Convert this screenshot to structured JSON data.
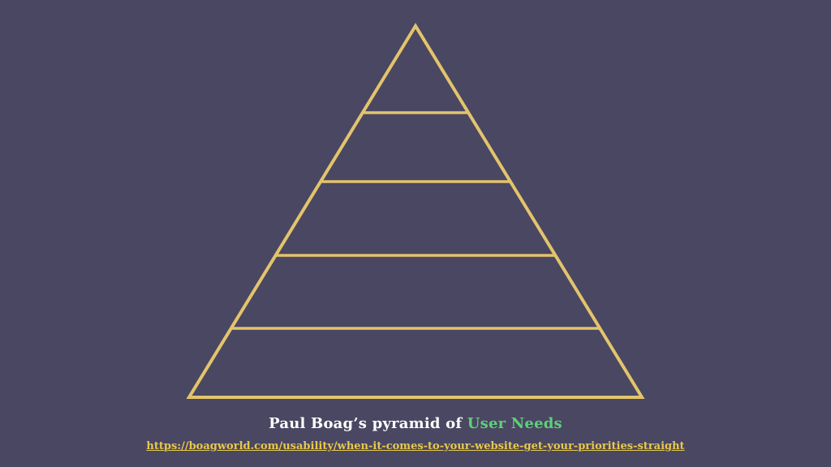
{
  "slide": {
    "caption": {
      "prefix": "Paul Boag’s pyramid of ",
      "highlight": "User Needs"
    },
    "source_url": "https://boagworld.com/usability/when-it-comes-to-your-website-get-your-priorities-straight",
    "pyramid": {
      "tiers": 5,
      "tier_labels": []
    },
    "colors": {
      "background": "#4a4762",
      "outline": "#e3c46c",
      "caption_text": "#ffffff",
      "highlight": "#5fcf7a",
      "link": "#e8c94a"
    }
  }
}
